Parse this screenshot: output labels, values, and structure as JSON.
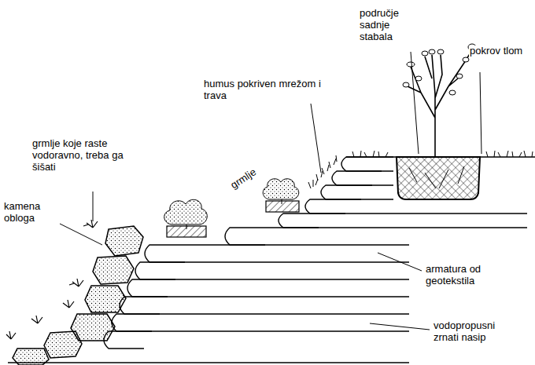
{
  "diagram": {
    "labels": [
      "područje sadnje stabala",
      "pokrov tlom",
      "humus pokriven mrežom i trava",
      "grmlje koje raste vodoravno, treba ga šišati",
      "grmlje",
      "kamena obloga",
      "armatura od geotekstila",
      "vodopropusni zrnati nasip"
    ]
  }
}
